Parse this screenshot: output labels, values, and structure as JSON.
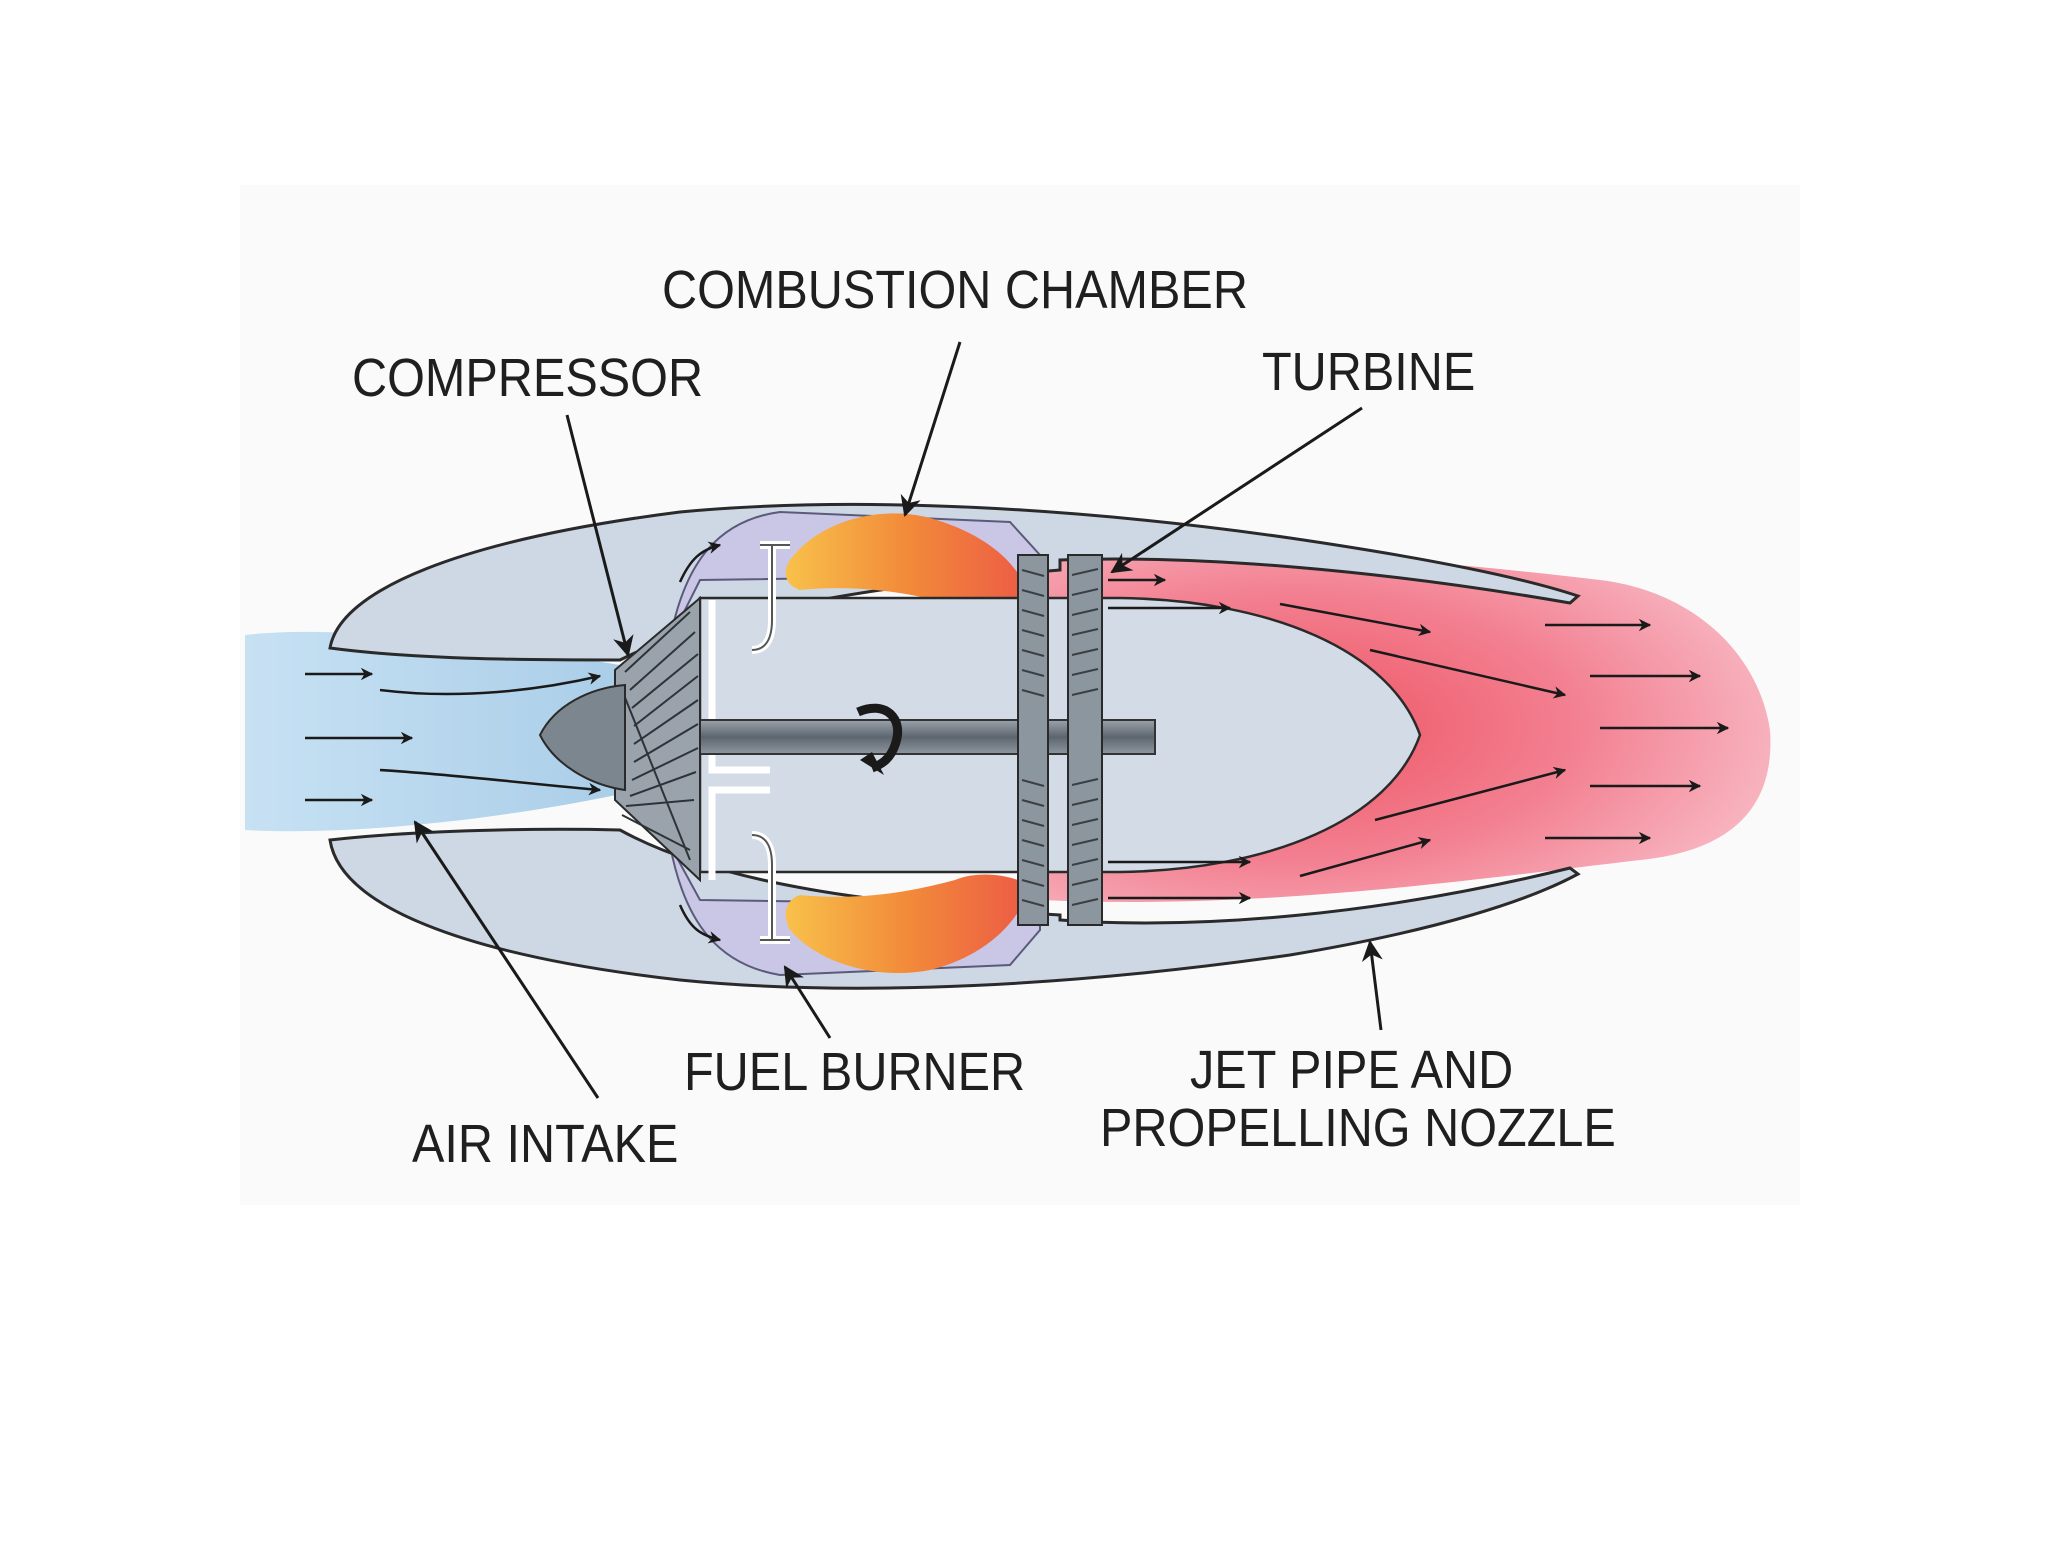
{
  "diagram": {
    "labels": {
      "combustion_chamber": "COMBUSTION CHAMBER",
      "compressor": "COMPRESSOR",
      "turbine": "TURBINE",
      "fuel_burner": "FUEL BURNER",
      "air_intake": "AIR INTAKE",
      "jet_pipe_line1": "JET PIPE AND",
      "jet_pipe_line2": "PROPELLING NOZZLE"
    },
    "colors": {
      "cold_air": "#b9d8ee",
      "casing": "#cdd8e4",
      "hot_exhaust": "#f07083",
      "flame": "#f6a23a",
      "metal": "#8c969e",
      "inner_chamber": "#c9c6e6"
    }
  }
}
